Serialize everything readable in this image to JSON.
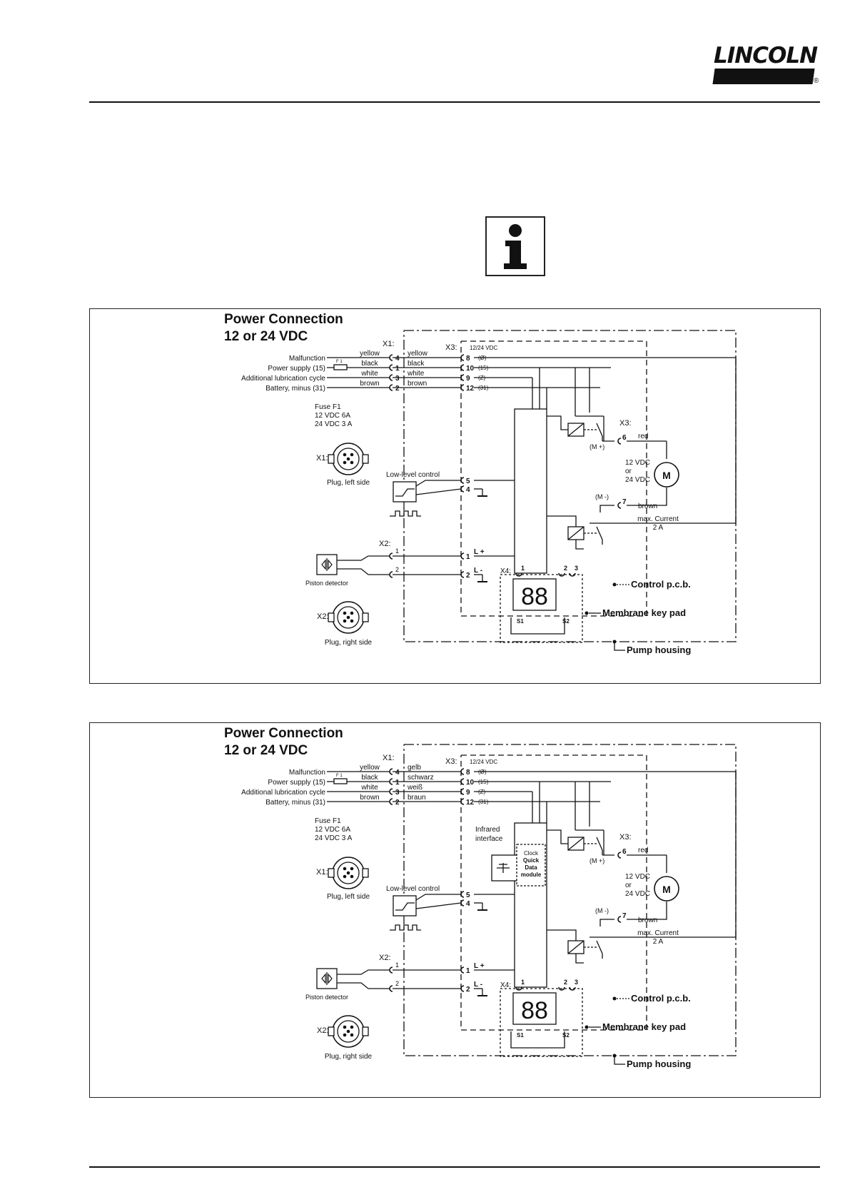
{
  "header": {
    "logo_text": "LINCOLN",
    "logo_mark": "®"
  },
  "info_icon": "information-icon",
  "diagrams": [
    {
      "title_line1": "Power Connection",
      "title_line2": "12 or 24 VDC",
      "x1_label": "X1:",
      "x3_label": "X3:",
      "x3_header": "12/24 VDC",
      "left_labels": [
        "Malfunction",
        "Power supply (15)",
        "Additional lubrication cycle",
        "Battery, minus (31)"
      ],
      "fuse_tag": "F 1",
      "wire_colors_outer": [
        "yellow",
        "black",
        "white",
        "brown"
      ],
      "wire_colors_inner": [
        "yellow",
        "black",
        "white",
        "brown"
      ],
      "x1_pins": [
        "4",
        "1",
        "3",
        "2"
      ],
      "x3_pins": [
        "8",
        "10",
        "9",
        "12"
      ],
      "x3_signals": [
        "(Ø)",
        "(15)",
        "(Z)",
        "(31)"
      ],
      "fuse_lines": [
        "Fuse F1",
        "12 VDC 6A",
        "24 VDC 3 A"
      ],
      "plug_left": "Plug, left side",
      "x1_plug_label": "X1:",
      "low_level": "Low-level control",
      "low_level_pins": [
        "5",
        "4"
      ],
      "x2_label": "X2:",
      "x2_pins": [
        "1",
        "2"
      ],
      "x2_inner": [
        "1",
        "2"
      ],
      "l_plus": "L +",
      "l_minus": "L -",
      "piston_detector": "Piston detector",
      "x2_plug_label": "X2:",
      "plug_right": "Plug, right side",
      "x3_motor_label": "X3:",
      "motor_pin_6": "6",
      "motor_red": "red",
      "m_plus": "(M +)",
      "m_minus": "(M -)",
      "motor_pin_7": "7",
      "motor_brown": "brown",
      "voltage_lines": [
        "12 VDC",
        "or",
        "24 VDC"
      ],
      "motor_letter": "M",
      "max_current": [
        "max. Current",
        "2 A"
      ],
      "x4_label": "X4:",
      "x4_pins": [
        "1",
        "2",
        "3"
      ],
      "display": "88",
      "s1": "S1",
      "s2": "S2",
      "control_pcb": "Control p.c.b.",
      "membrane": "Membrane key pad",
      "pump_housing": "Pump housing"
    },
    {
      "title_line1": "Power Connection",
      "title_line2": "12 or 24 VDC",
      "x1_label": "X1:",
      "x3_label": "X3:",
      "x3_header": "12/24 VDC",
      "left_labels": [
        "Malfunction",
        "Power supply (15)",
        "Additional lubrication cycle",
        "Battery, minus (31)"
      ],
      "fuse_tag": "F 1",
      "wire_colors_outer": [
        "yellow",
        "black",
        "white",
        "brown"
      ],
      "wire_colors_inner": [
        "gelb",
        "schwarz",
        "weiß",
        "braun"
      ],
      "x1_pins": [
        "4",
        "1",
        "3",
        "2"
      ],
      "x3_pins": [
        "8",
        "10",
        "9",
        "12"
      ],
      "x3_signals": [
        "(Ø)",
        "(15)",
        "(Z)",
        "(31)"
      ],
      "fuse_lines": [
        "Fuse F1",
        "12 VDC 6A",
        "24 VDC 3 A"
      ],
      "plug_left": "Plug, left side",
      "x1_plug_label": "X1:",
      "low_level": "Low-level control",
      "low_level_pins": [
        "5",
        "4"
      ],
      "x2_label": "X2:",
      "x2_pins": [
        "1",
        "2"
      ],
      "x2_inner": [
        "1",
        "2"
      ],
      "l_plus": "L +",
      "l_minus": "L -",
      "piston_detector": "Piston detector",
      "x2_plug_label": "X2:",
      "plug_right": "Plug, right side",
      "x3_motor_label": "X3:",
      "motor_pin_6": "6",
      "motor_red": "red",
      "m_plus": "(M +)",
      "m_minus": "(M -)",
      "motor_pin_7": "7",
      "motor_brown": "brown",
      "voltage_lines": [
        "12 VDC",
        "or",
        "24 VDC"
      ],
      "motor_letter": "M",
      "max_current": [
        "max. Current",
        "2 A"
      ],
      "x4_label": "X4:",
      "x4_pins": [
        "1",
        "2",
        "3"
      ],
      "display": "88",
      "s1": "S1",
      "s2": "S2",
      "control_pcb": "Control p.c.b.",
      "membrane": "Membrane key pad",
      "pump_housing": "Pump housing",
      "infrared": [
        "Infrared",
        "interface"
      ],
      "module_lines": [
        "Clock",
        "Quick",
        "Data",
        "module"
      ]
    }
  ]
}
